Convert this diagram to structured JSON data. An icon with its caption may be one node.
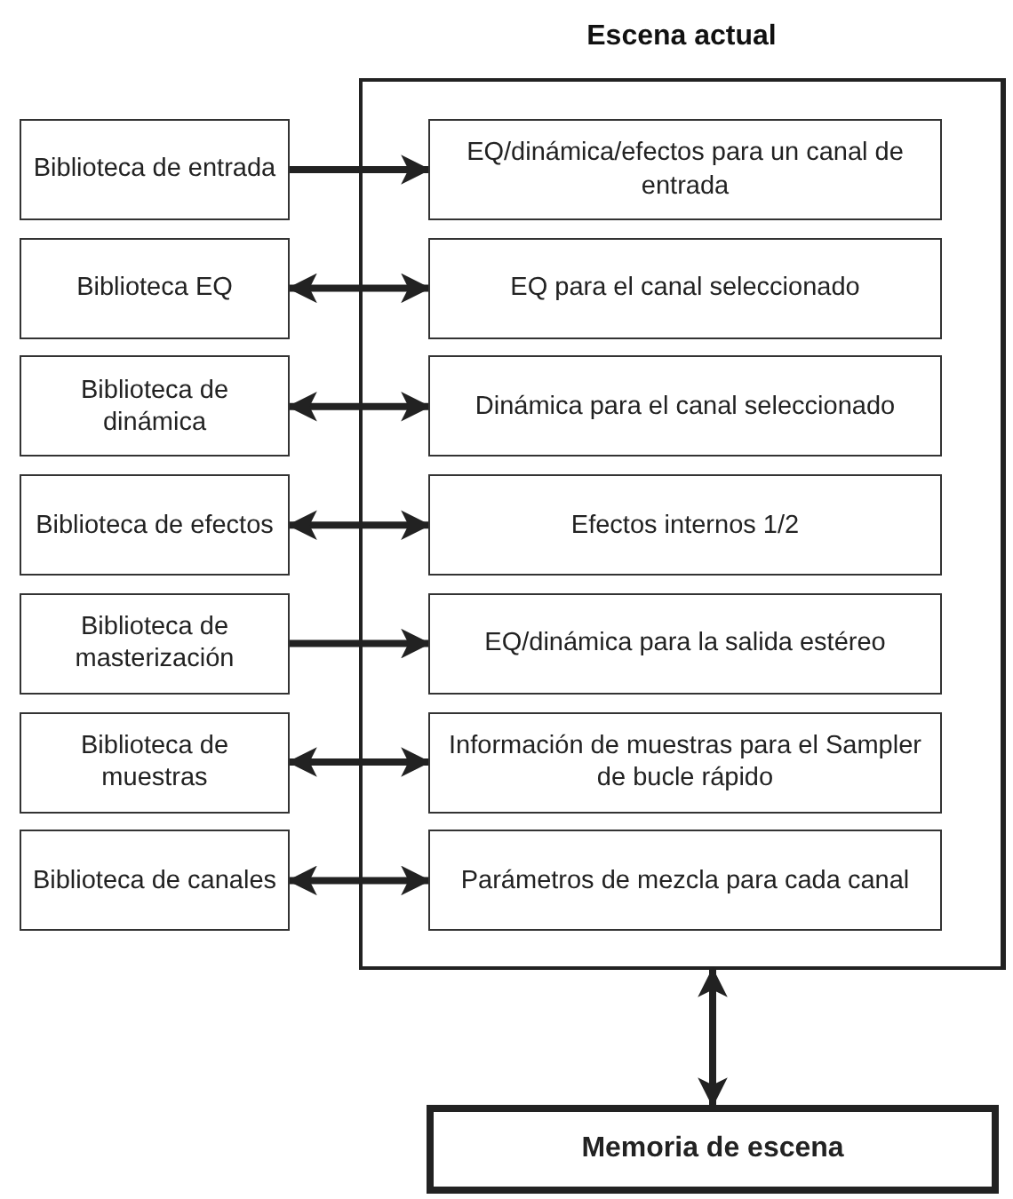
{
  "diagram": {
    "nodes": [
      {
        "text": [
          "Escena actual"
        ]
      },
      {
        "text": [
          "Biblioteca de entrada"
        ]
      },
      {
        "text": [
          "Biblioteca EQ"
        ]
      },
      {
        "text": [
          "Biblioteca de dinámica"
        ]
      },
      {
        "text": [
          "Biblioteca de efectos"
        ]
      },
      {
        "text": [
          "Biblioteca de masterización"
        ]
      },
      {
        "text": [
          "Biblioteca de muestras"
        ]
      },
      {
        "text": [
          "Biblioteca de canales"
        ]
      },
      {
        "text": [
          "EQ/dinámica/efectos para un canal de entrada"
        ],
        "in": 0
      },
      {
        "text": [
          "EQ para el canal seleccionado"
        ],
        "in": 0
      },
      {
        "text": [
          "Dinámica para el canal seleccionado"
        ],
        "in": 0
      },
      {
        "text": [
          "Efectos internos 1/2"
        ],
        "in": 0
      },
      {
        "text": [
          "EQ/dinámica para la salida estéreo"
        ],
        "in": 0
      },
      {
        "text": [
          "Información de muestras para el Sampler de bucle rápido"
        ],
        "in": 0
      },
      {
        "text": [
          "Parámetros de mezcla para cada canal"
        ],
        "in": 0
      },
      {
        "text": [
          "Memoria de escena"
        ]
      }
    ],
    "edges": [
      {
        "from": 1,
        "to": 8,
        "arrow": "to"
      },
      {
        "from": 2,
        "to": 9,
        "arrow": "both"
      },
      {
        "from": 3,
        "to": 10,
        "arrow": "both"
      },
      {
        "from": 4,
        "to": 11,
        "arrow": "both"
      },
      {
        "from": 5,
        "to": 12,
        "arrow": "to"
      },
      {
        "from": 6,
        "to": 13,
        "arrow": "both"
      },
      {
        "from": 7,
        "to": 14,
        "arrow": "both"
      },
      {
        "from": 0,
        "to": 15,
        "arrow": "both"
      }
    ]
  }
}
